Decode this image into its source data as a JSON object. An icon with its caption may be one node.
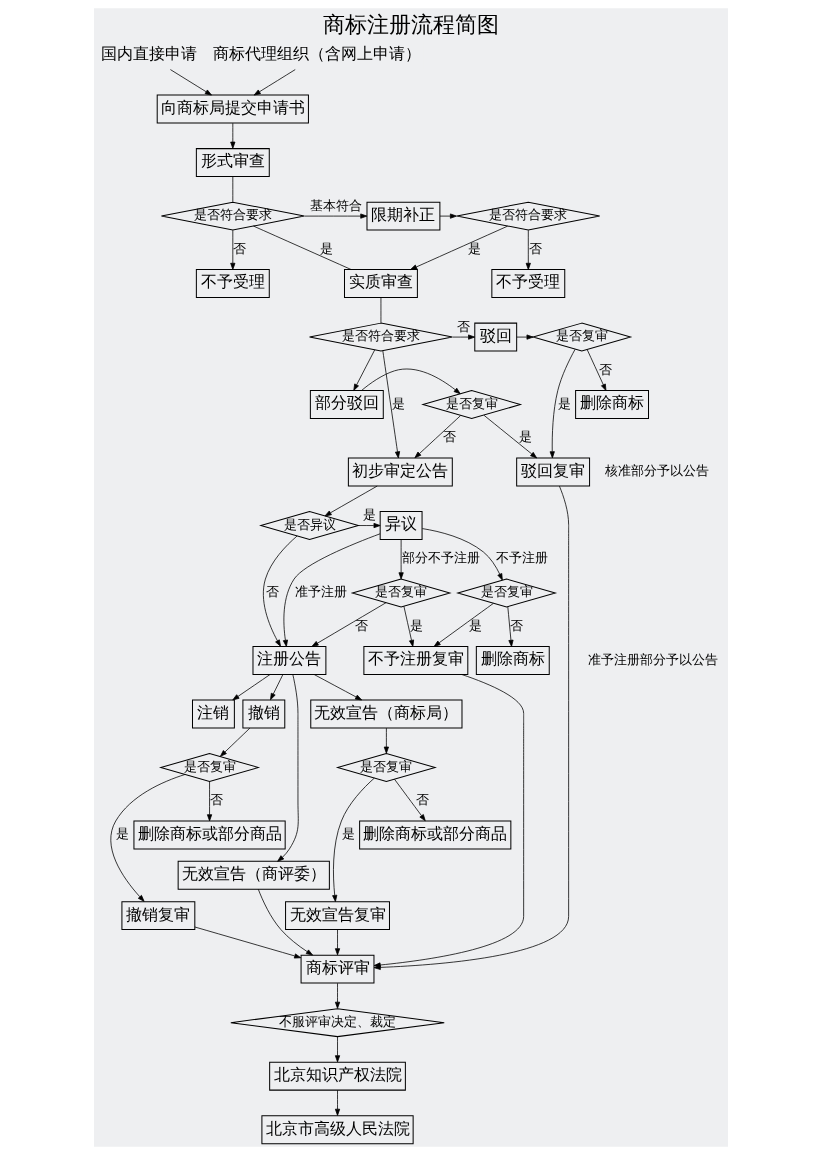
{
  "diagram": {
    "title": "商标注册流程简图",
    "nodes": [
      {
        "text": [
          "国内直接申请"
        ]
      },
      {
        "text": [
          "商标代理组织（含网上申请）"
        ]
      },
      {
        "text": [
          "向商标局提交申请书"
        ]
      },
      {
        "text": [
          "形式审查"
        ]
      },
      {
        "text": [
          "是否符合要求"
        ]
      },
      {
        "text": [
          "限期补正"
        ]
      },
      {
        "text": [
          "是否符合要求"
        ]
      },
      {
        "text": [
          "不予受理"
        ]
      },
      {
        "text": [
          "不予受理"
        ]
      },
      {
        "text": [
          "实质审查"
        ]
      },
      {
        "text": [
          "是否符合要求"
        ]
      },
      {
        "text": [
          "驳回"
        ]
      },
      {
        "text": [
          "是否复审"
        ]
      },
      {
        "text": [
          "部分驳回"
        ]
      },
      {
        "text": [
          "是否复审"
        ]
      },
      {
        "text": [
          "删除商标"
        ]
      },
      {
        "text": [
          "初步审定公告"
        ]
      },
      {
        "text": [
          "是否异议"
        ]
      },
      {
        "text": [
          "异议"
        ]
      },
      {
        "text": [
          "是否复审"
        ]
      },
      {
        "text": [
          "是否复审"
        ]
      },
      {
        "text": [
          "注册公告"
        ]
      },
      {
        "text": [
          "删除商标"
        ]
      },
      {
        "text": [
          "注销"
        ]
      },
      {
        "text": [
          "撤销"
        ]
      },
      {
        "text": [
          "无效宣告（商标局）"
        ]
      },
      {
        "text": [
          "删除商标或部分商品"
        ]
      },
      {
        "text": [
          "是否复审"
        ]
      },
      {
        "text": [
          "是否复审"
        ]
      },
      {
        "text": [
          "删除商标或部分商品"
        ]
      },
      {
        "text": [
          "撤销复审"
        ]
      },
      {
        "text": [
          "无效宣告（商评委）"
        ]
      },
      {
        "text": [
          "无效宣告复审"
        ]
      },
      {
        "text": [
          "不予注册复审"
        ]
      },
      {
        "text": [
          "驳回复审"
        ]
      },
      {
        "text": [
          "商标评审"
        ]
      },
      {
        "text": [
          "不服评审决定、裁定"
        ]
      },
      {
        "text": [
          "北京知识产权法院"
        ]
      },
      {
        "text": [
          "北京市高级人民法院"
        ]
      }
    ],
    "edges": [
      {
        "from": 0,
        "to": 2,
        "arrow": "to"
      },
      {
        "from": 1,
        "to": 2,
        "arrow": "to"
      },
      {
        "from": 2,
        "to": 3,
        "arrow": "to"
      },
      {
        "from": 3,
        "to": 4,
        "arrow": "none"
      },
      {
        "from": 4,
        "to": 8,
        "arrow": "to",
        "label": "否"
      },
      {
        "from": 4,
        "to": 5,
        "arrow": "to",
        "label": "基本符合"
      },
      {
        "from": 4,
        "to": 9,
        "arrow": "none",
        "label": "是"
      },
      {
        "from": 5,
        "to": 6,
        "arrow": "to"
      },
      {
        "from": 6,
        "to": 7,
        "arrow": "to",
        "label": "否"
      },
      {
        "from": 6,
        "to": 9,
        "arrow": "to",
        "label": "是"
      },
      {
        "from": 9,
        "to": 10,
        "arrow": "none"
      },
      {
        "from": 10,
        "to": 11,
        "arrow": "to",
        "label": "否"
      },
      {
        "from": 10,
        "to": 13,
        "arrow": "to"
      },
      {
        "from": 10,
        "to": 16,
        "arrow": "to",
        "label": "是"
      },
      {
        "from": 11,
        "to": 12,
        "arrow": "to"
      },
      {
        "from": 13,
        "to": 14,
        "arrow": "to"
      },
      {
        "from": 12,
        "to": 15,
        "arrow": "to",
        "label": "否"
      },
      {
        "from": 12,
        "to": 34,
        "arrow": "to",
        "label": "是"
      },
      {
        "from": 14,
        "to": 34,
        "arrow": "to",
        "label": "是"
      },
      {
        "from": 14,
        "to": 16,
        "arrow": "to",
        "label": "否"
      },
      {
        "from": 16,
        "to": 17,
        "arrow": "to"
      },
      {
        "from": 17,
        "to": 18,
        "arrow": "to",
        "label": "是"
      },
      {
        "from": 17,
        "to": 21,
        "arrow": "to",
        "label": "否"
      },
      {
        "from": 18,
        "to": 21,
        "arrow": "to",
        "label": "准予注册"
      },
      {
        "from": 18,
        "to": 19,
        "arrow": "to",
        "label": "部分不予注册"
      },
      {
        "from": 18,
        "to": 20,
        "arrow": "to",
        "label": "不予注册"
      },
      {
        "from": 19,
        "to": 21,
        "arrow": "to",
        "label": "否"
      },
      {
        "from": 19,
        "to": 33,
        "arrow": "to",
        "label": "是"
      },
      {
        "from": 20,
        "to": 33,
        "arrow": "to",
        "label": "是"
      },
      {
        "from": 20,
        "to": 22,
        "arrow": "to",
        "label": "否"
      },
      {
        "from": 21,
        "to": 23,
        "arrow": "to"
      },
      {
        "from": 21,
        "to": 24,
        "arrow": "to"
      },
      {
        "from": 21,
        "to": 25,
        "arrow": "to"
      },
      {
        "from": 21,
        "to": 31,
        "arrow": "to"
      },
      {
        "from": 24,
        "to": 27,
        "arrow": "to"
      },
      {
        "from": 27,
        "to": 26,
        "arrow": "to",
        "label": "否"
      },
      {
        "from": 27,
        "to": 30,
        "arrow": "to",
        "label": "是"
      },
      {
        "from": 25,
        "to": 28,
        "arrow": "to"
      },
      {
        "from": 28,
        "to": 29,
        "arrow": "to",
        "label": "否"
      },
      {
        "from": 28,
        "to": 32,
        "arrow": "to",
        "label": "是"
      },
      {
        "from": 30,
        "to": 35,
        "arrow": "to"
      },
      {
        "from": 31,
        "to": 35,
        "arrow": "to"
      },
      {
        "from": 32,
        "to": 35,
        "arrow": "to"
      },
      {
        "from": 33,
        "to": 35,
        "arrow": "to"
      },
      {
        "from": 34,
        "to": 35,
        "arrow": "to"
      },
      {
        "from": 35,
        "to": 36,
        "arrow": "to"
      },
      {
        "from": 36,
        "to": 37,
        "arrow": "to"
      },
      {
        "from": 37,
        "to": 38,
        "arrow": "to"
      }
    ],
    "labels": [
      "核准部分予以公告",
      "准予注册部分予以公告"
    ]
  }
}
